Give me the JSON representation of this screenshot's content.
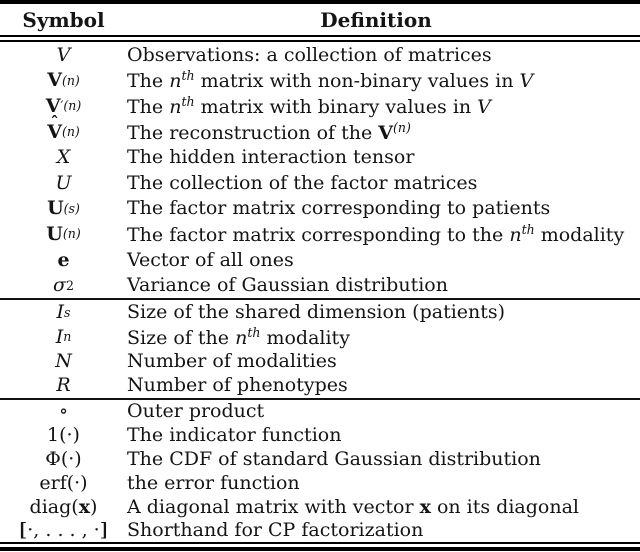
{
  "colors": {
    "background": "#ffffff",
    "text": "#141414",
    "rule": "#000000"
  },
  "table": {
    "headers": [
      {
        "label": "Symbol"
      },
      {
        "label": "Definition"
      }
    ],
    "groups": [
      {
        "rows": [
          {
            "symbol": [
              {
                "t": "V",
                "k": "cal"
              }
            ],
            "definition": [
              {
                "t": "Observations: a collection of matrices",
                "k": "n"
              }
            ]
          },
          {
            "symbol": [
              {
                "t": "V",
                "k": "b"
              },
              {
                "t": "(n)",
                "k": "sup"
              }
            ],
            "definition": [
              {
                "t": "The ",
                "k": "n"
              },
              {
                "t": "n",
                "k": "i"
              },
              {
                "t": "th",
                "k": "sup"
              },
              {
                "t": " matrix with non-binary values in ",
                "k": "n"
              },
              {
                "t": "V",
                "k": "cal"
              }
            ]
          },
          {
            "symbol": [
              {
                "t": "V",
                "k": "b"
              },
              {
                "t": "′(n)",
                "k": "sup"
              }
            ],
            "definition": [
              {
                "t": "The ",
                "k": "n"
              },
              {
                "t": "n",
                "k": "i"
              },
              {
                "t": "th",
                "k": "sup"
              },
              {
                "t": " matrix with binary values in ",
                "k": "n"
              },
              {
                "t": "V",
                "k": "cal"
              }
            ]
          },
          {
            "symbol": [
              {
                "t": "V",
                "k": "hatb"
              },
              {
                "t": "(n)",
                "k": "sup"
              }
            ],
            "definition": [
              {
                "t": "The reconstruction of the ",
                "k": "n"
              },
              {
                "t": "V",
                "k": "b"
              },
              {
                "t": "(n)",
                "k": "sup"
              }
            ]
          },
          {
            "symbol": [
              {
                "t": "X",
                "k": "cal"
              }
            ],
            "definition": [
              {
                "t": "The hidden interaction tensor",
                "k": "n"
              }
            ]
          },
          {
            "symbol": [
              {
                "t": "U",
                "k": "cal"
              }
            ],
            "definition": [
              {
                "t": "The collection of the factor matrices",
                "k": "n"
              }
            ]
          },
          {
            "symbol": [
              {
                "t": "U",
                "k": "b"
              },
              {
                "t": "(s)",
                "k": "sup"
              }
            ],
            "definition": [
              {
                "t": "The factor matrix corresponding to patients",
                "k": "n"
              }
            ]
          },
          {
            "symbol": [
              {
                "t": "U",
                "k": "b"
              },
              {
                "t": "(n)",
                "k": "sup"
              }
            ],
            "definition": [
              {
                "t": "The factor matrix corresponding to the ",
                "k": "n"
              },
              {
                "t": "n",
                "k": "i"
              },
              {
                "t": "th",
                "k": "sup"
              },
              {
                "t": " modality",
                "k": "n"
              }
            ]
          },
          {
            "symbol": [
              {
                "t": "e",
                "k": "b"
              }
            ],
            "definition": [
              {
                "t": "Vector of all ones",
                "k": "n"
              }
            ]
          },
          {
            "symbol": [
              {
                "t": "σ",
                "k": "i"
              },
              {
                "t": "2",
                "k": "supn"
              }
            ],
            "definition": [
              {
                "t": "Variance of Gaussian distribution",
                "k": "n"
              }
            ]
          }
        ]
      },
      {
        "rows": [
          {
            "symbol": [
              {
                "t": "I",
                "k": "i"
              },
              {
                "t": "s",
                "k": "sub"
              }
            ],
            "definition": [
              {
                "t": "Size of the shared dimension (patients)",
                "k": "n"
              }
            ]
          },
          {
            "symbol": [
              {
                "t": "I",
                "k": "i"
              },
              {
                "t": "n",
                "k": "sub"
              }
            ],
            "definition": [
              {
                "t": "Size of the ",
                "k": "n"
              },
              {
                "t": "n",
                "k": "i"
              },
              {
                "t": "th",
                "k": "sup"
              },
              {
                "t": " modality",
                "k": "n"
              }
            ]
          },
          {
            "symbol": [
              {
                "t": "N",
                "k": "i"
              }
            ],
            "definition": [
              {
                "t": "Number of modalities",
                "k": "n"
              }
            ]
          },
          {
            "symbol": [
              {
                "t": "R",
                "k": "i"
              }
            ],
            "definition": [
              {
                "t": "Number of phenotypes",
                "k": "n"
              }
            ]
          }
        ]
      },
      {
        "rows": [
          {
            "symbol": [
              {
                "t": "∘",
                "k": "n"
              }
            ],
            "definition": [
              {
                "t": "Outer product",
                "k": "n"
              }
            ]
          },
          {
            "symbol": [
              {
                "t": "1",
                "k": "dbl"
              },
              {
                "t": "(·)",
                "k": "n"
              }
            ],
            "definition": [
              {
                "t": "The indicator function",
                "k": "n"
              }
            ]
          },
          {
            "symbol": [
              {
                "t": "Φ(·)",
                "k": "n"
              }
            ],
            "definition": [
              {
                "t": "The CDF of standard Gaussian distribution",
                "k": "n"
              }
            ]
          },
          {
            "symbol": [
              {
                "t": "erf(·)",
                "k": "n"
              }
            ],
            "definition": [
              {
                "t": "the error function",
                "k": "n"
              }
            ]
          },
          {
            "symbol": [
              {
                "t": "diag(",
                "k": "n"
              },
              {
                "t": "x",
                "k": "b"
              },
              {
                "t": ")",
                "k": "n"
              }
            ],
            "definition": [
              {
                "t": "A diagonal matrix with vector ",
                "k": "n"
              },
              {
                "t": "x",
                "k": "b"
              },
              {
                "t": " on its diagonal",
                "k": "n"
              }
            ]
          },
          {
            "symbol": [
              {
                "t": "[[",
                "k": "tight"
              },
              {
                "t": "·, . . . , ·",
                "k": "n"
              },
              {
                "t": "]]",
                "k": "tight"
              }
            ],
            "definition": [
              {
                "t": "Shorthand for CP factorization",
                "k": "n"
              }
            ]
          }
        ]
      }
    ]
  }
}
